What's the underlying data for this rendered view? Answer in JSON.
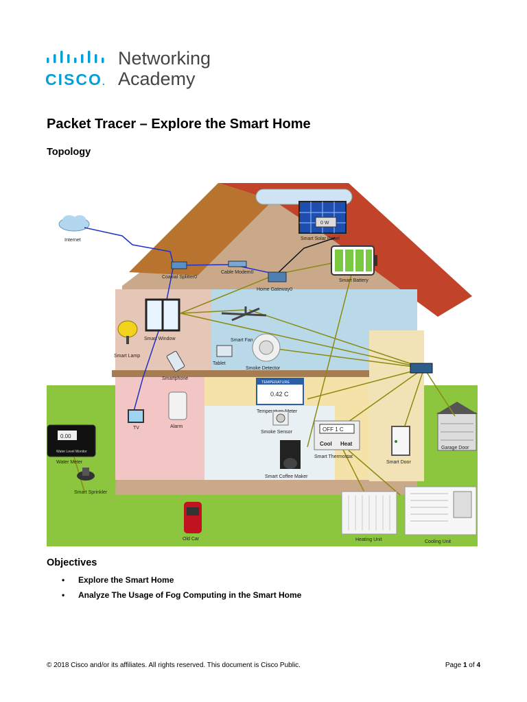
{
  "logo": {
    "word": "CISCO",
    "line1": "Networking",
    "line2": "Academy",
    "brand_color": "#049fd9"
  },
  "title": "Packet Tracer – Explore the Smart Home",
  "topology_heading": "Topology",
  "diagram": {
    "labels": {
      "internet": "Internet",
      "coaxial_splitter": "Coaxial Splitter0",
      "cable_modem": "Cable Modem0",
      "home_gateway": "Home Gateway0",
      "solar_panel": "Smart Solar Panel",
      "solar_panel_reading": "0 W",
      "battery": "Smart Battery",
      "window": "Smart Window",
      "fan": "Smart Fan",
      "lamp": "Smart Lamp",
      "tablet": "Tablet",
      "smoke_detector": "Smoke Detector",
      "smartphone": "Smartphone",
      "temperature_meter": "Temperature Meter",
      "temperature_header": "TEMPERATURE",
      "temperature_reading": "0.42 C",
      "tv": "TV",
      "alarm": "Alarm",
      "smoke_sensor": "Smoke Sensor",
      "thermostat": "Smart Thermostat",
      "thermostat_display": "OFF  1 C",
      "thermostat_cool": "Cool",
      "thermostat_heat": "Heat",
      "water_meter": "Water Meter",
      "water_meter_reading": "0.00",
      "water_meter_caption": "Water Level Monitor",
      "sprinkler": "Smart Sprinkler",
      "coffee_maker": "Smart Coffee Maker",
      "door": "Smart Door",
      "garage_door": "Garage Door",
      "old_car": "Old Car",
      "heating_unit": "Heating Unit",
      "cooling_unit": "Cooling Unit"
    }
  },
  "objectives_heading": "Objectives",
  "objectives": [
    "Explore the Smart Home",
    "Analyze The Usage of Fog Computing in the Smart Home"
  ],
  "footer": {
    "copyright": "© 2018 Cisco and/or its affiliates. All rights reserved. This document is Cisco Public.",
    "page_prefix": "Page ",
    "page_current": "1",
    "page_of": " of ",
    "page_total": "4"
  }
}
